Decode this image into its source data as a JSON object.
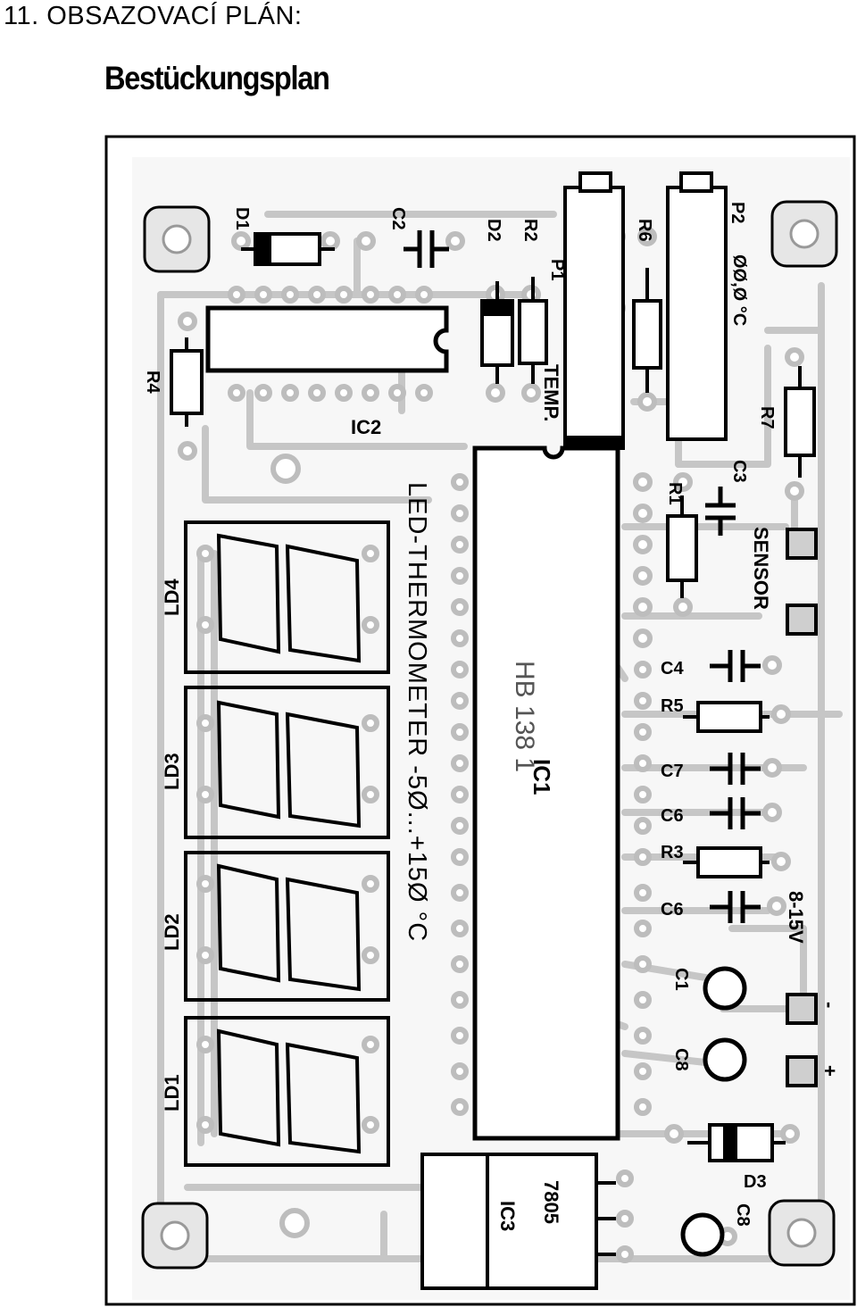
{
  "page": {
    "heading": "11.  OBSAZOVACÍ  PLÁN:",
    "subheading": "Bestückungsplan"
  },
  "board": {
    "label_ic1": "IC1",
    "label_ic1_part": "HB 138 1",
    "label_ic2": "IC2",
    "label_ic3": "IC3",
    "label_ic3_part": "7805",
    "label_d1": "D1",
    "label_d2": "D2",
    "label_d3": "D3",
    "label_c1": "C1",
    "label_c2": "C2",
    "label_c3": "C3",
    "label_c4": "C4",
    "label_c6a": "C6",
    "label_c6b": "C6",
    "label_c7": "C7",
    "label_c8a": "C8",
    "label_c8b": "C8",
    "label_r1": "R1",
    "label_r2": "R2",
    "label_r3": "R3",
    "label_r4": "R4",
    "label_r5": "R5",
    "label_r6": "R6",
    "label_r7": "R7",
    "label_p1": "P1",
    "label_p2": "P2",
    "label_p1_desc": "TEMP.",
    "label_p2_desc": "ØØ,Ø °C",
    "label_ld1": "LD1",
    "label_ld2": "LD2",
    "label_ld3": "LD3",
    "label_ld4": "LD4",
    "label_title": "LED-THERMOMETER -5Ø...+15Ø °C",
    "label_sensor": "SENSOR",
    "label_supply": "8-15V",
    "label_minus": "-",
    "label_plus": "+"
  }
}
